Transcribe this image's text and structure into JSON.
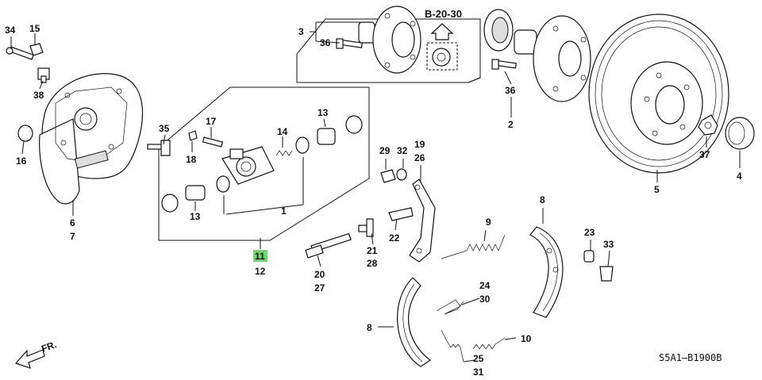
{
  "diagram": {
    "callouts": [
      {
        "key": "34",
        "text": "34"
      },
      {
        "key": "15",
        "text": "15"
      },
      {
        "key": "38",
        "text": "38"
      },
      {
        "key": "16",
        "text": "16"
      },
      {
        "key": "6",
        "text": "6"
      },
      {
        "key": "7",
        "text": "7"
      },
      {
        "key": "35",
        "text": "35"
      },
      {
        "key": "18",
        "text": "18"
      },
      {
        "key": "17",
        "text": "17"
      },
      {
        "key": "14",
        "text": "14"
      },
      {
        "key": "13a",
        "text": "13"
      },
      {
        "key": "13b",
        "text": "13"
      },
      {
        "key": "1",
        "text": "1"
      },
      {
        "key": "11",
        "text": "11"
      },
      {
        "key": "12",
        "text": "12"
      },
      {
        "key": "3",
        "text": "3"
      },
      {
        "key": "36a",
        "text": "36"
      },
      {
        "key": "36b",
        "text": "36"
      },
      {
        "key": "2",
        "text": "2"
      },
      {
        "key": "5",
        "text": "5"
      },
      {
        "key": "37",
        "text": "37"
      },
      {
        "key": "4",
        "text": "4"
      },
      {
        "key": "29",
        "text": "29"
      },
      {
        "key": "32",
        "text": "32"
      },
      {
        "key": "19",
        "text": "19"
      },
      {
        "key": "26",
        "text": "26"
      },
      {
        "key": "22",
        "text": "22"
      },
      {
        "key": "21",
        "text": "21"
      },
      {
        "key": "28",
        "text": "28"
      },
      {
        "key": "20",
        "text": "20"
      },
      {
        "key": "27",
        "text": "27"
      },
      {
        "key": "8a",
        "text": "8"
      },
      {
        "key": "8b",
        "text": "8"
      },
      {
        "key": "9",
        "text": "9"
      },
      {
        "key": "23",
        "text": "23"
      },
      {
        "key": "33",
        "text": "33"
      },
      {
        "key": "24",
        "text": "24"
      },
      {
        "key": "30",
        "text": "30"
      },
      {
        "key": "10",
        "text": "10"
      },
      {
        "key": "25",
        "text": "25"
      },
      {
        "key": "31",
        "text": "31"
      }
    ],
    "reference_label": "B-20-30",
    "front_label": "FR.",
    "diagram_code": "S5A1—B1900B",
    "highlight_color": "#66dd66"
  }
}
